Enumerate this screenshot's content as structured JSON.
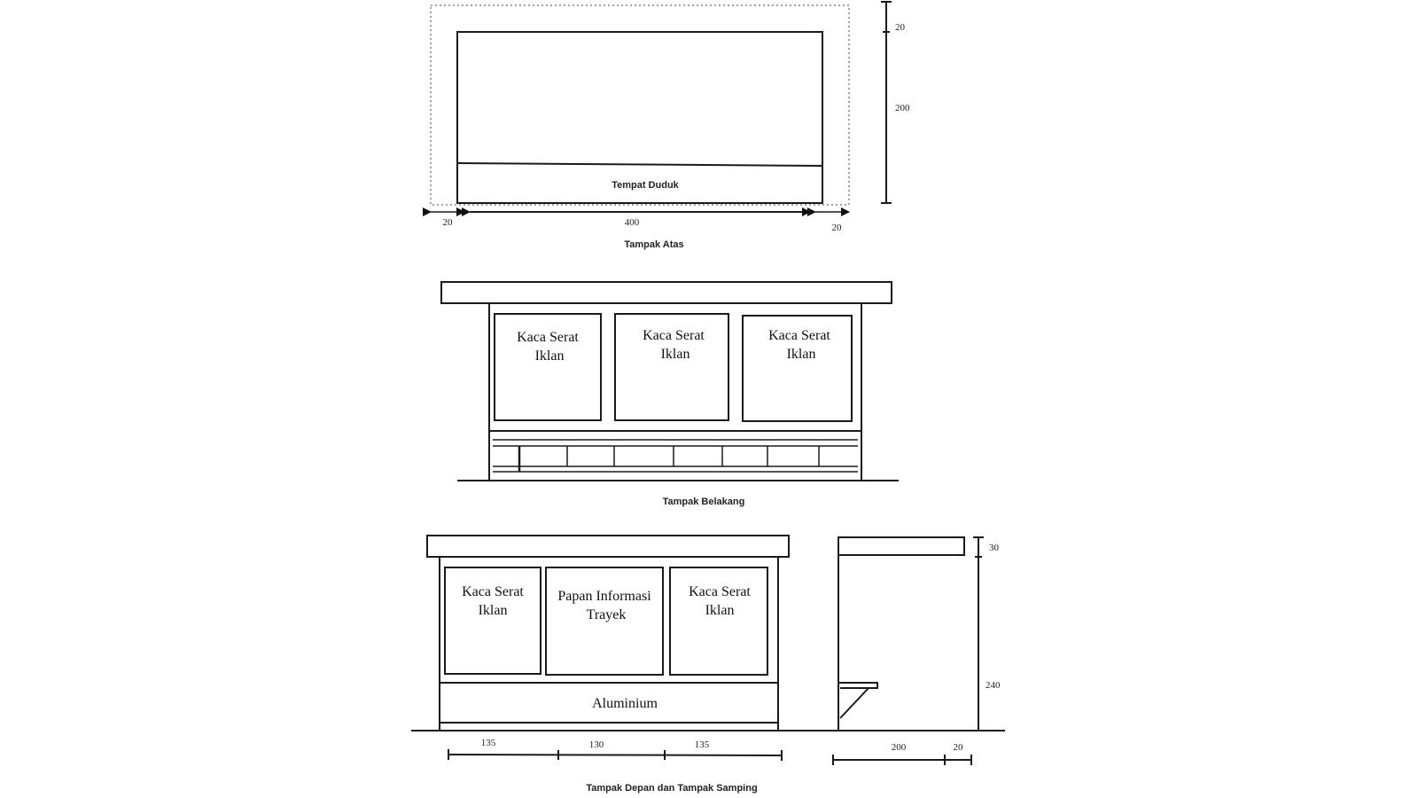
{
  "top_view": {
    "seat_label": "Tempat Duduk",
    "caption": "Tampak Atas",
    "dim_left": "20",
    "dim_width": "400",
    "dim_right": "20",
    "dim_top": "20",
    "dim_depth": "200"
  },
  "rear_view": {
    "panels": [
      {
        "line1": "Kaca Serat",
        "line2": "Iklan"
      },
      {
        "line1": "Kaca Serat",
        "line2": "Iklan"
      },
      {
        "line1": "Kaca Serat",
        "line2": "Iklan"
      }
    ],
    "caption": "Tampak Belakang"
  },
  "front_view": {
    "panels": [
      {
        "line1": "Kaca Serat",
        "line2": "Iklan"
      },
      {
        "line1": "Papan Informasi",
        "line2": "Trayek"
      },
      {
        "line1": "Kaca Serat",
        "line2": "Iklan"
      }
    ],
    "base_label": "Aluminium",
    "dim_1": "135",
    "dim_2": "130",
    "dim_3": "135"
  },
  "side_view": {
    "dim_roof": "30",
    "dim_height": "240",
    "dim_depth": "200",
    "dim_overhang": "20"
  },
  "bottom_caption": "Tampak Depan dan Tampak Samping"
}
